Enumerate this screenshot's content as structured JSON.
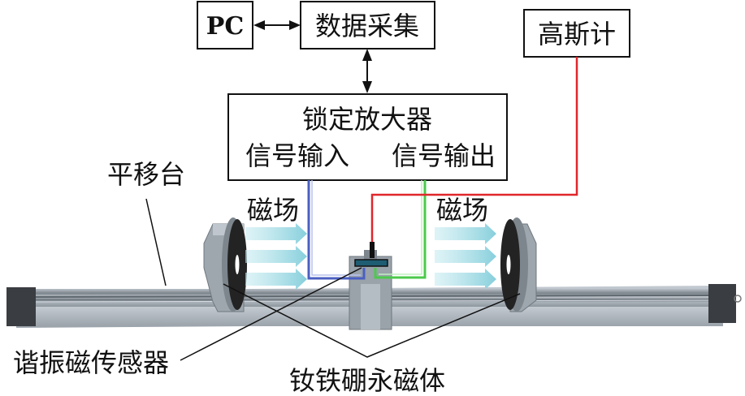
{
  "blocks": {
    "pc": "PC",
    "daq": "数据采集",
    "gaussmeter": "高斯计",
    "lockin_title": "锁定放大器",
    "lockin_input": "信号输入",
    "lockin_output": "信号输出"
  },
  "labels": {
    "stage": "平移台",
    "field_left": "磁场",
    "field_right": "磁场",
    "sensor": "谐振磁传感器",
    "magnet": "钕铁硼永磁体"
  },
  "colors": {
    "signal_input_wire": "#4a5fc1",
    "signal_output_wire": "#4cc94c",
    "gauss_wire": "#e0262b",
    "field_arrow": "#8fd3de",
    "rail": "#9aa3ab",
    "magnet": "#222222"
  }
}
